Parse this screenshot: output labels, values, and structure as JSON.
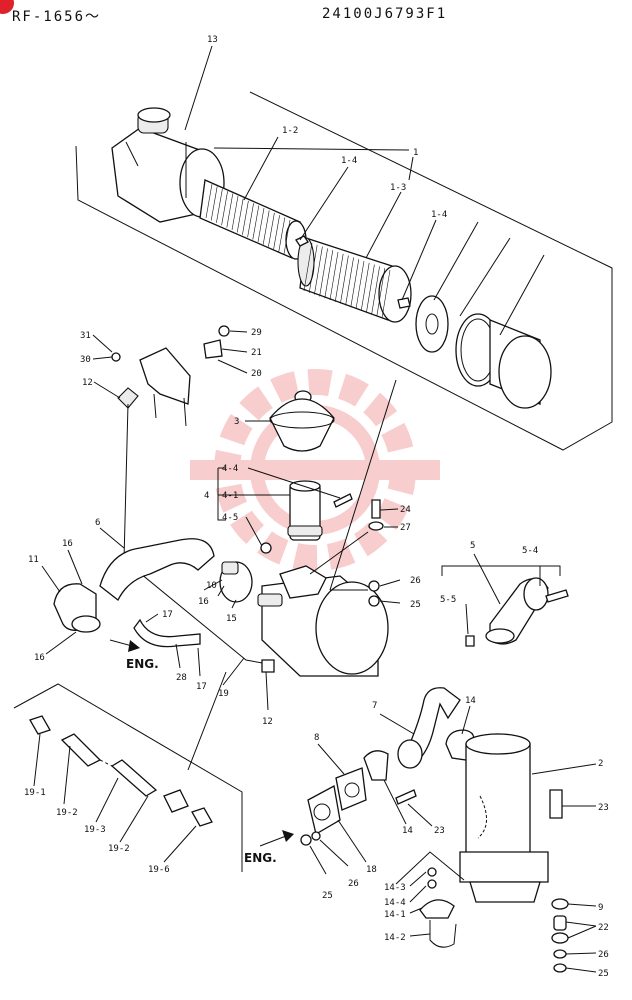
{
  "header": {
    "code_left": "RF-1656～",
    "code_right": "24100J6793F1"
  },
  "watermark": {
    "color": "#f3a6a6"
  },
  "callouts": {
    "c13": "13",
    "c1_2": "1-2",
    "c1_4a": "1-4",
    "c1": "1",
    "c1_3": "1-3",
    "c1_4b": "1-4",
    "c31": "31",
    "c29": "29",
    "c30": "30",
    "c21": "21",
    "c20": "20",
    "c12a": "12",
    "c3": "3",
    "c4_4": "4-4",
    "c4": "4",
    "c4_1": "4-1",
    "c4_5": "4-5",
    "c24": "24",
    "c27": "27",
    "c6": "6",
    "c16a": "16",
    "c11": "11",
    "c16b": "16",
    "c10": "10",
    "c15": "15",
    "c16c": "16",
    "c17a": "17",
    "c28": "28",
    "c17b": "17",
    "c19": "19",
    "c12b": "12",
    "c26a": "26",
    "c25a": "25",
    "c5": "5",
    "c5_4": "5-4",
    "c5_5": "5-5",
    "c7": "7",
    "c14a": "14",
    "c2": "2",
    "c8": "8",
    "c23a": "23",
    "c14b": "14",
    "c23b": "23",
    "c18": "18",
    "c26b": "26",
    "c25b": "25",
    "c19_1": "19-1",
    "c19_2a": "19-2",
    "c19_3": "19-3",
    "c19_2b": "19-2",
    "c19_6": "19-6",
    "c14_3": "14-3",
    "c14_4": "14-4",
    "c14_1": "14-1",
    "c14_2": "14-2",
    "c9": "9",
    "c22": "22",
    "c26c": "26",
    "c25c": "25"
  },
  "eng_labels": {
    "eng1": "ENG.",
    "eng2": "ENG."
  }
}
